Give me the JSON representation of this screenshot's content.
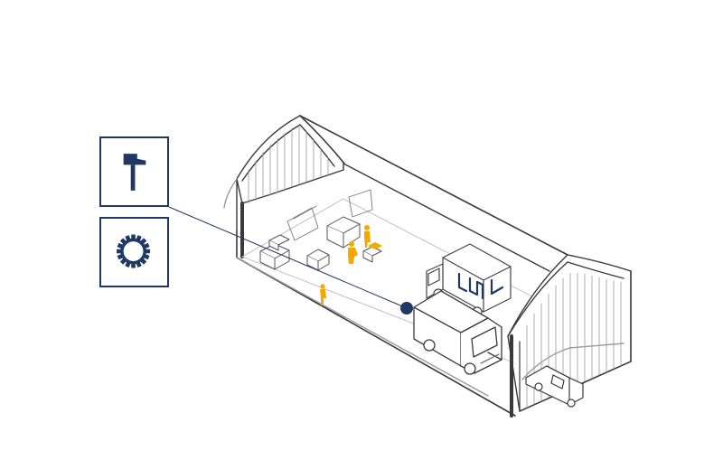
{
  "colors": {
    "navy": "#1f3864",
    "outline": "#3a3a3a",
    "light_line": "#9a9a9a",
    "worker": "#f2a900",
    "connector": "#1f3864",
    "background": "#ffffff"
  },
  "panels": [
    {
      "id": "tools",
      "icon": "hammer-icon"
    },
    {
      "id": "gear",
      "icon": "gear-icon"
    }
  ],
  "scene": {
    "building": "hangar-warehouse",
    "vehicles": [
      "box-truck-front",
      "box-truck-rear",
      "van"
    ],
    "workers": 3
  },
  "truck_logo": "LM"
}
